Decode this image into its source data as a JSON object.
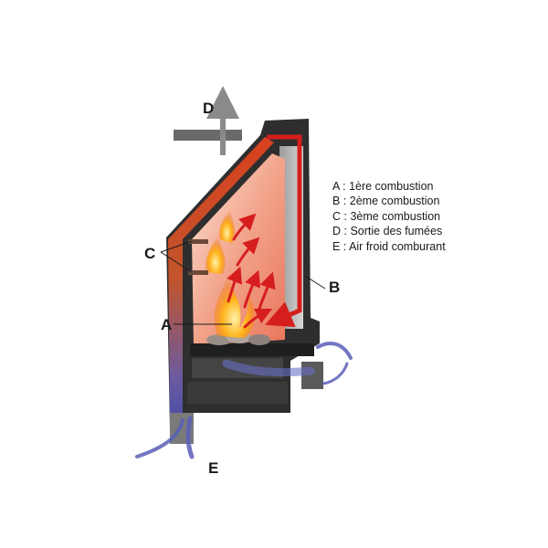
{
  "callouts": {
    "a": "A",
    "b": "B",
    "c": "C",
    "d": "D",
    "e": "E"
  },
  "legend": [
    {
      "key": "A",
      "text": "A : 1ère combustion"
    },
    {
      "key": "B",
      "text": "B : 2ème combustion"
    },
    {
      "key": "C",
      "text": "C : 3ème combustion"
    },
    {
      "key": "D",
      "text": "D : Sortie des fumées"
    },
    {
      "key": "E",
      "text": "E : Air froid comburant"
    }
  ],
  "colors": {
    "hot_air": "#d61e1e",
    "cold_air": "#5a5fb8",
    "smoke": "#8a8a8a",
    "steel": "#3a3a3a",
    "flame": "#f7a21b"
  }
}
